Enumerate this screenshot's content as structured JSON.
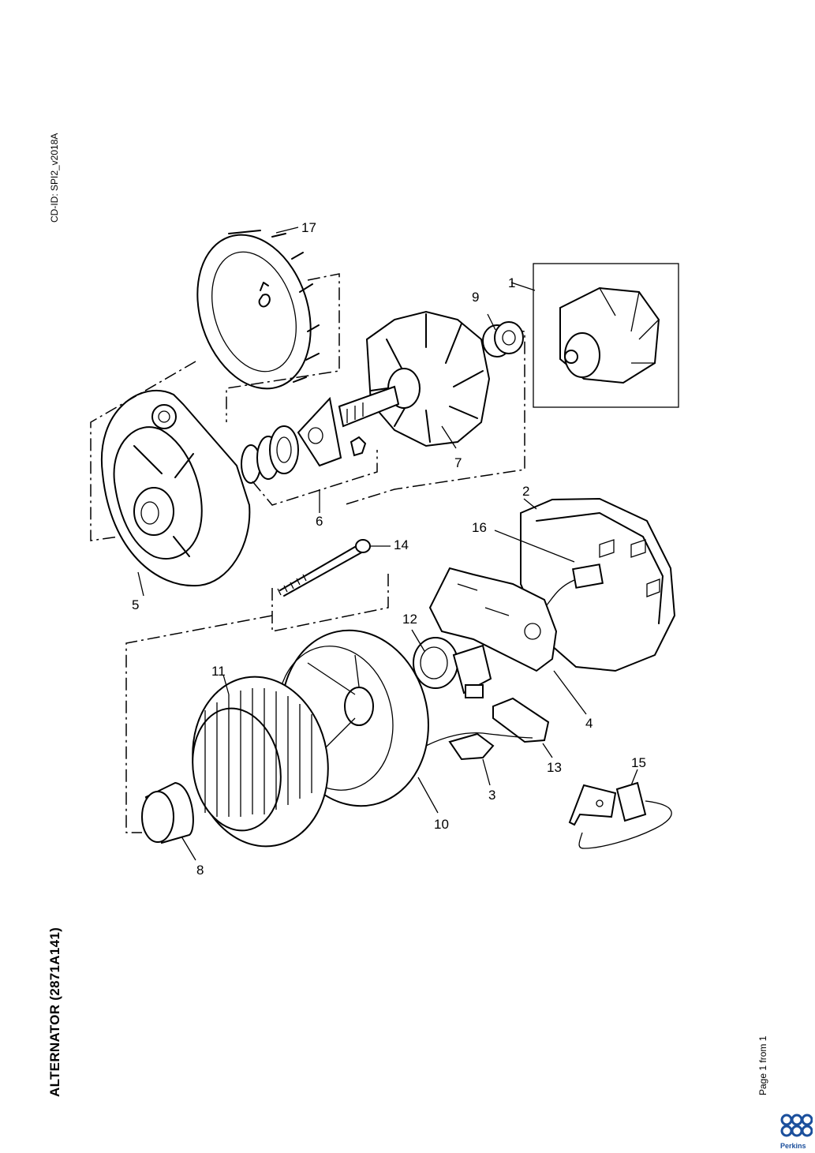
{
  "header": {
    "cd_id": "CD-ID: SPI2_v2018A"
  },
  "document": {
    "title": "ALTERNATOR (2871A141)",
    "page_info": "Page 1 from 1"
  },
  "brand": {
    "name": "Perkins",
    "color": "#1b4f9c",
    "logo_icon": "perkins-logo-icon"
  },
  "callouts": [
    "1",
    "2",
    "3",
    "4",
    "5",
    "6",
    "7",
    "8",
    "9",
    "10",
    "11",
    "12",
    "13",
    "14",
    "15",
    "16",
    "17"
  ]
}
